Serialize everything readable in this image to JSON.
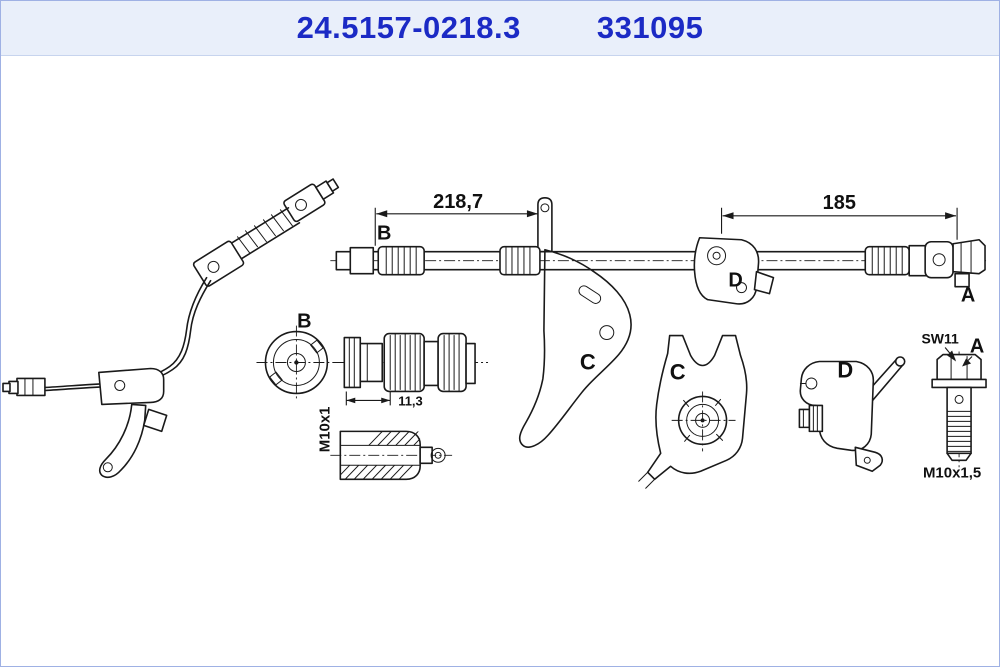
{
  "header": {
    "part_number": "24.5157-0218.3",
    "catalog_number": "331095"
  },
  "colors": {
    "accent_blue": "#1b2ac5",
    "header_background": "#e9effa",
    "line_color": "#1a1a1a"
  },
  "diagram": {
    "dims": {
      "length_b_to_c": "218,7",
      "length_c_to_a": "185",
      "fitting_length": "11,3"
    },
    "threads": {
      "inner": "M10x1",
      "bolt": "M10x1,5"
    },
    "wrench_size": "SW11",
    "labels": {
      "hose_b": "B",
      "hose_c": "C",
      "hose_d": "D",
      "hose_a": "A",
      "view_b": "B",
      "view_c": "C",
      "view_d": "D",
      "bolt_a": "A"
    }
  }
}
